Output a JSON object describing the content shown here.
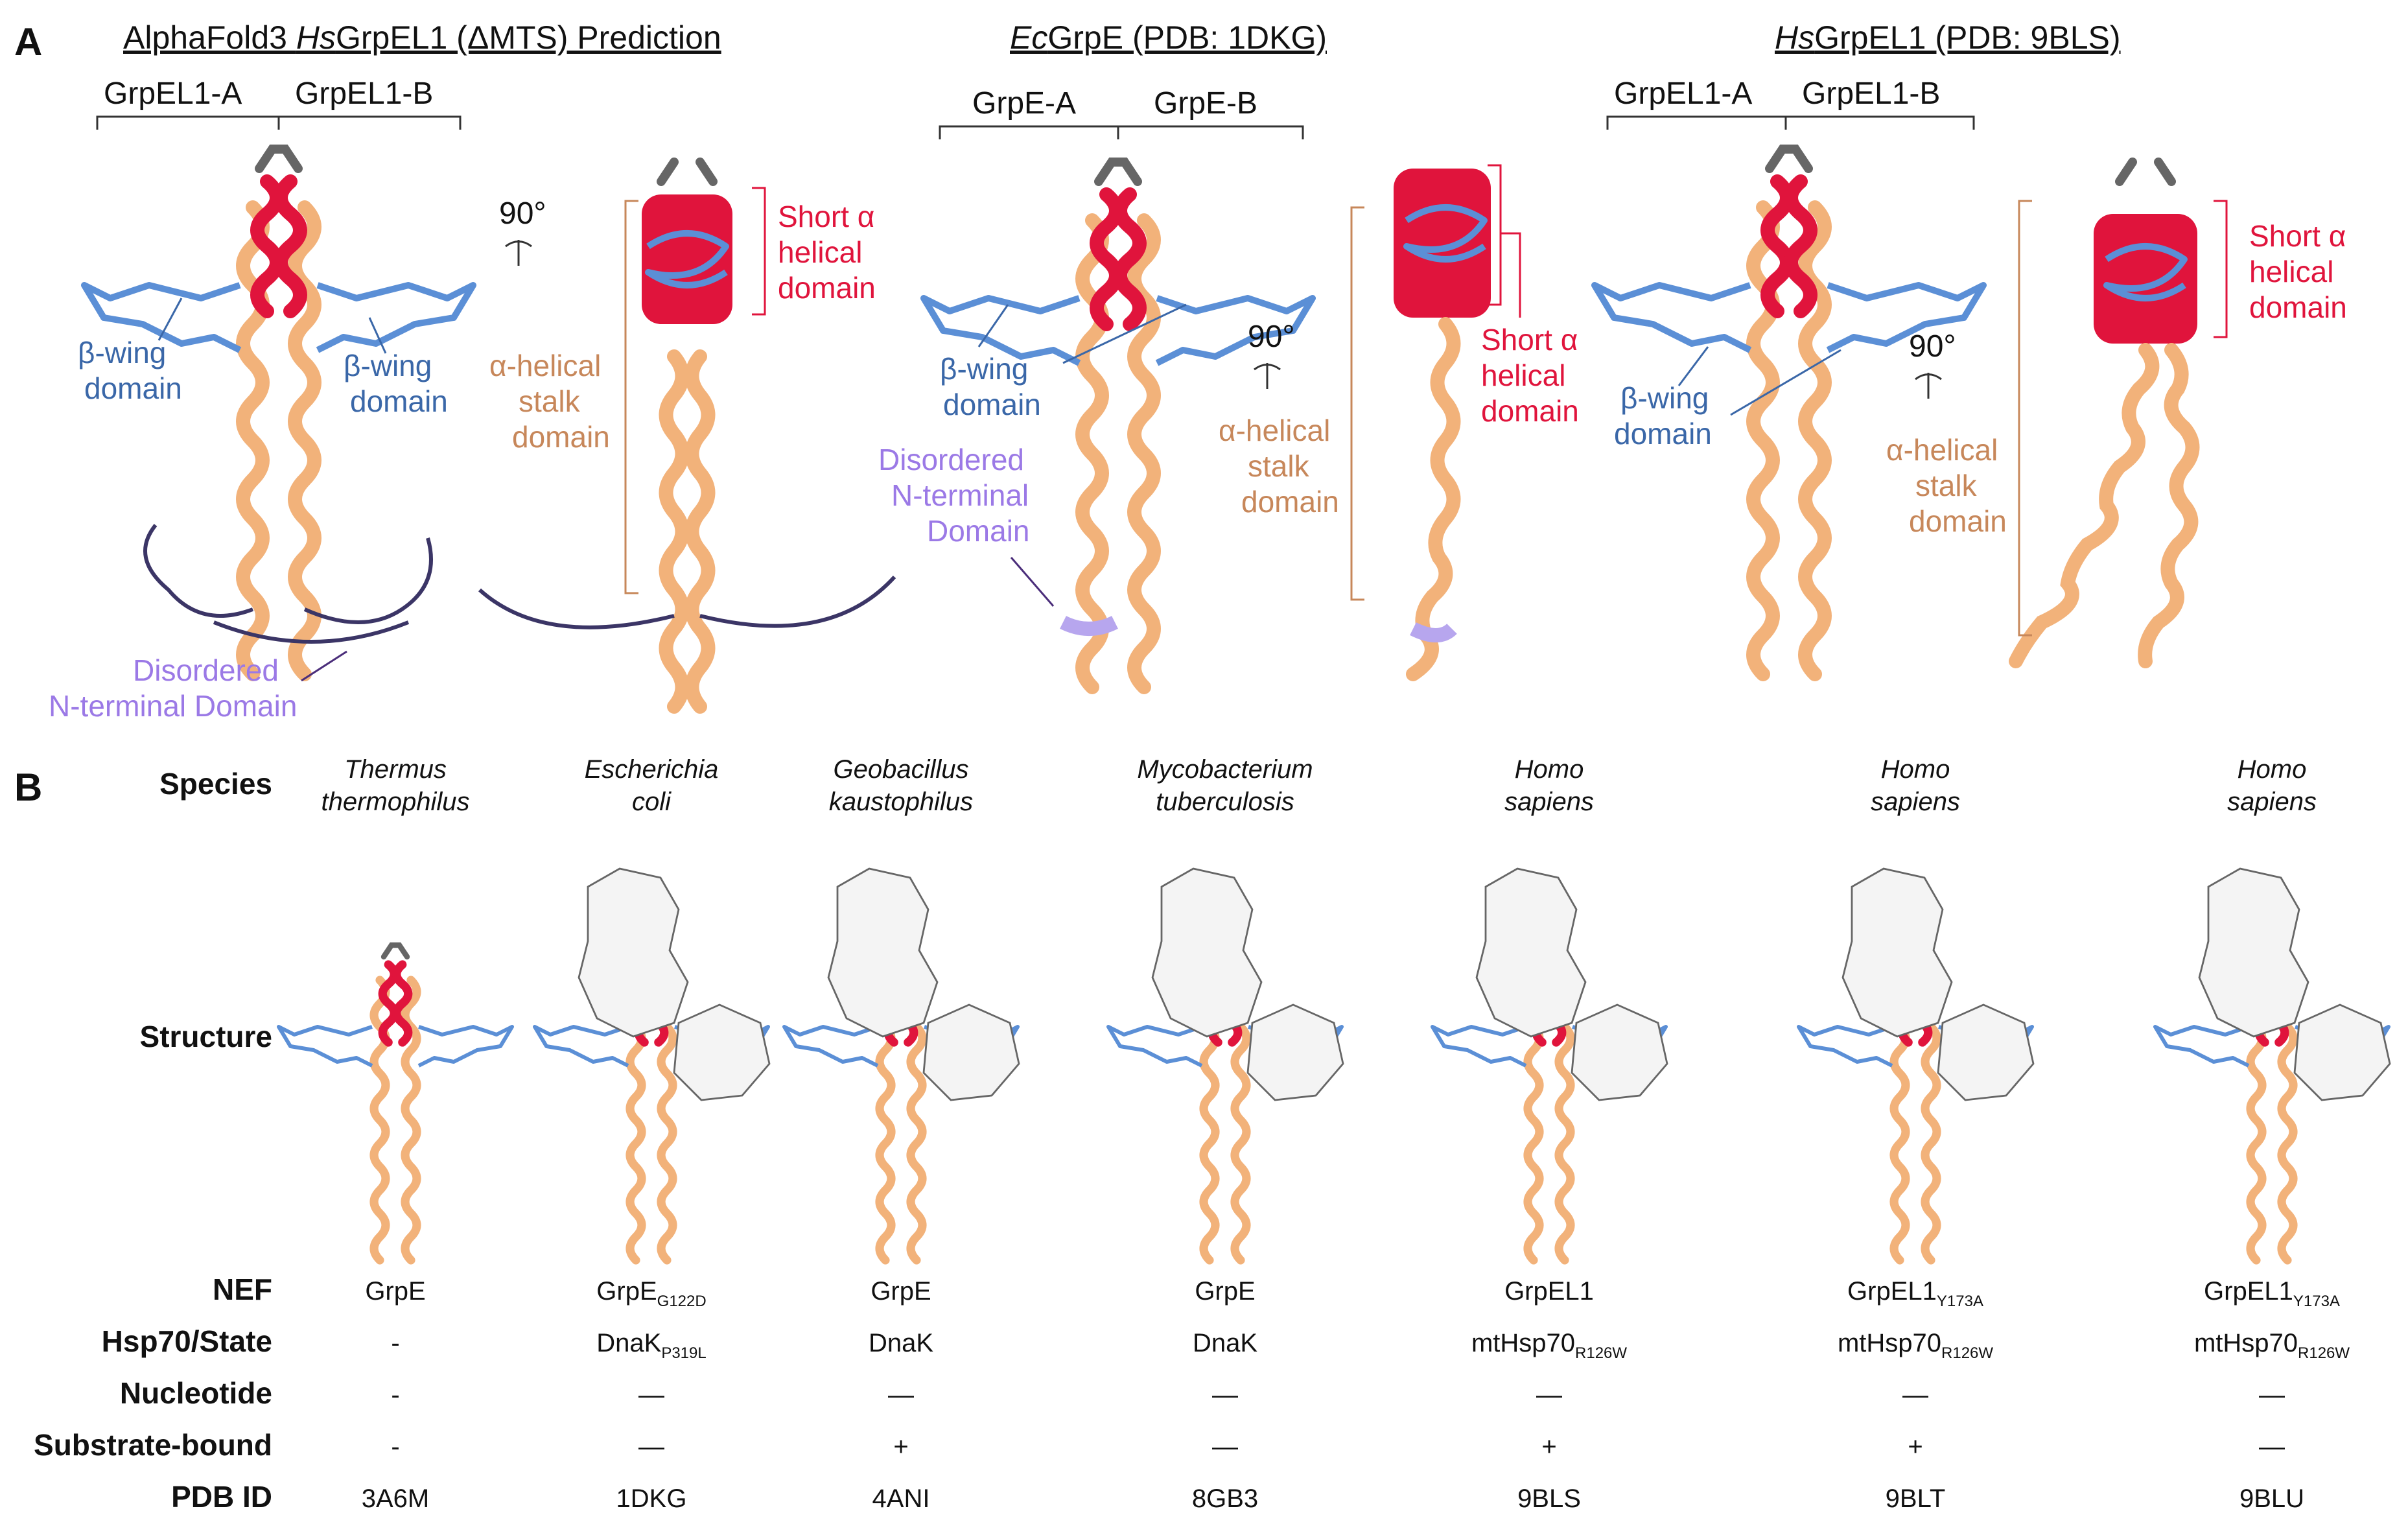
{
  "panel_a": {
    "letter": "A",
    "titles": {
      "prediction_prefix": "AlphaFold3 ",
      "prediction_italic": "Hs",
      "prediction_suffix": "GrpEL1 (ΔMTS) Prediction",
      "ec_italic": "Ec",
      "ec_suffix": "GrpE (PDB: 1DKG)",
      "hs_italic": "Hs",
      "hs_suffix": "GrpEL1 (PDB: 9BLS)"
    },
    "subunits": {
      "pred_a": "GrpEL1-A",
      "pred_b": "GrpEL1-B",
      "ec_a": "GrpE-A",
      "ec_b": "GrpE-B",
      "hs_a": "GrpEL1-A",
      "hs_b": "GrpEL1-B"
    },
    "rotation": "90°",
    "labels": {
      "beta_wing_1": "β-wing",
      "domain_word": "domain",
      "short_alpha_1": "Short α",
      "short_alpha_2": "helical",
      "short_alpha_3": "domain",
      "stalk_1": "α-helical",
      "stalk_2": "stalk",
      "stalk_3": "domain",
      "disordered_1": "Disordered",
      "disordered_2": "N-terminal Domain",
      "disordered_ec_1": "Disordered",
      "disordered_ec_2": "N-terminal",
      "disordered_ec_3": "Domain"
    }
  },
  "panel_b": {
    "letter": "B",
    "row_headers": {
      "species": "Species",
      "structure": "Structure",
      "nef": "NEF",
      "hsp70": "Hsp70/State",
      "nucleotide": "Nucleotide",
      "substrate": "Substrate-bound",
      "pdb": "PDB ID"
    },
    "columns": [
      {
        "species_1": "Thermus",
        "species_2": "thermophilus",
        "nef": "GrpE",
        "nef_sub": "",
        "hsp70": "-",
        "hsp70_sub": "",
        "nucleotide": "-",
        "substrate": "-",
        "pdb": "3A6M"
      },
      {
        "species_1": "Escherichia",
        "species_2": "coli",
        "nef": "GrpE",
        "nef_sub": "G122D",
        "hsp70": "DnaK",
        "hsp70_sub": "P319L",
        "nucleotide": "—",
        "substrate": "—",
        "pdb": "1DKG"
      },
      {
        "species_1": "Geobacillus",
        "species_2": "kaustophilus",
        "nef": "GrpE",
        "nef_sub": "",
        "hsp70": "DnaK",
        "hsp70_sub": "",
        "nucleotide": "—",
        "substrate": "+",
        "pdb": "4ANI"
      },
      {
        "species_1": "Mycobacterium",
        "species_2": "tuberculosis",
        "nef": "GrpE",
        "nef_sub": "",
        "hsp70": "DnaK",
        "hsp70_sub": "",
        "nucleotide": "—",
        "substrate": "—",
        "pdb": "8GB3"
      },
      {
        "species_1": "Homo",
        "species_2": "sapiens",
        "nef": "GrpEL1",
        "nef_sub": "",
        "hsp70": "mtHsp70",
        "hsp70_sub": "R126W",
        "nucleotide": "—",
        "substrate": "+",
        "pdb": "9BLS"
      },
      {
        "species_1": "Homo",
        "species_2": "sapiens",
        "nef": "GrpEL1",
        "nef_sub": "Y173A",
        "hsp70": "mtHsp70",
        "hsp70_sub": "R126W",
        "nucleotide": "—",
        "substrate": "+",
        "pdb": "9BLT"
      },
      {
        "species_1": "Homo",
        "species_2": "sapiens",
        "nef": "GrpEL1",
        "nef_sub": "Y173A",
        "hsp70": "mtHsp70",
        "hsp70_sub": "R126W",
        "nucleotide": "—",
        "substrate": "—",
        "pdb": "9BLU"
      }
    ]
  },
  "colors": {
    "stalk": "#f2b27a",
    "short_helix": "#e0143c",
    "beta_wing": "#5b8fd6",
    "disordered": "#9b79e6",
    "hsp70": "#f4f4f4"
  }
}
